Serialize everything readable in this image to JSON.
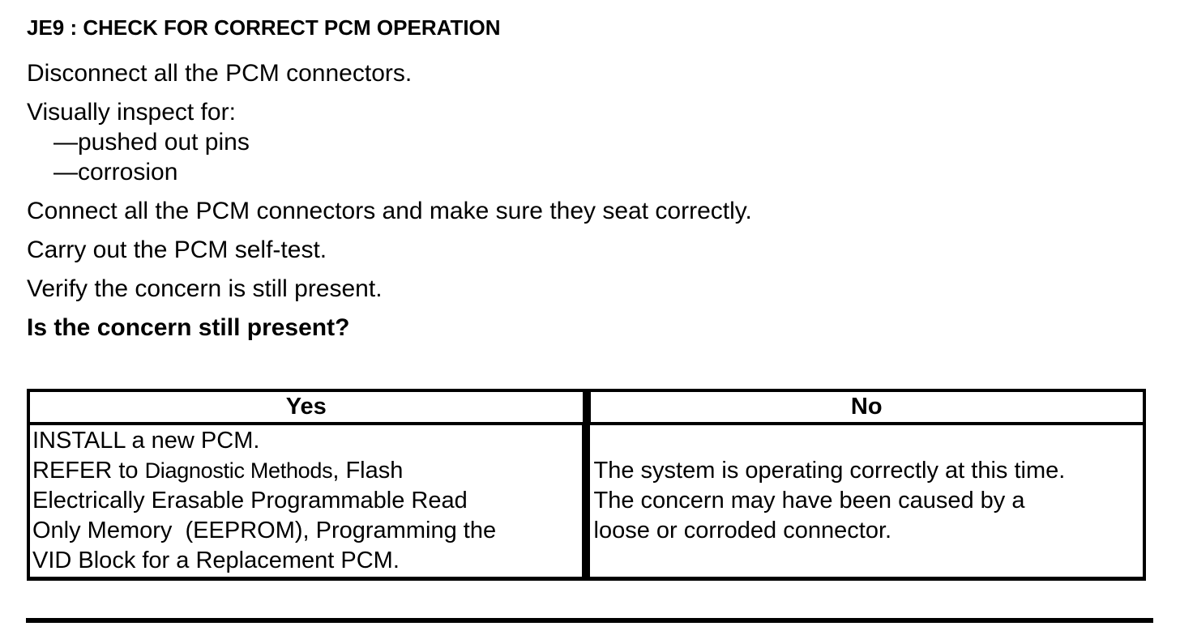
{
  "header": {
    "title": "JE9 : CHECK FOR CORRECT PCM OPERATION"
  },
  "procedure": {
    "step_disconnect": "Disconnect all the PCM connectors.",
    "inspect_lead": "Visually inspect for:",
    "inspect_items": [
      "—pushed out pins",
      "—corrosion"
    ],
    "step_connect": "Connect all the PCM connectors and make sure they seat correctly.",
    "step_selftest": "Carry out the PCM self-test.",
    "step_verify": "Verify the concern is still present.",
    "question": "Is the concern still present?"
  },
  "decision_table": {
    "yes_header": "Yes",
    "no_header": "No",
    "yes_cell": {
      "line1": "INSTALL a new PCM.",
      "line2_prefix": "REFER to ",
      "line2_ref": "Diagnostic Methods",
      "line2_suffix": ", Flash",
      "line3": "Electrically Erasable Programmable Read",
      "line4": "Only Memory  (EEPROM), Programming the",
      "line5": "VID Block for a Replacement PCM."
    },
    "no_cell": {
      "line1": "The system is operating correctly at this time.",
      "line2": "The concern may have been caused by a",
      "line3": "loose or corroded connector."
    }
  },
  "colors": {
    "text": "#000000",
    "background": "#ffffff",
    "border": "#000000"
  }
}
